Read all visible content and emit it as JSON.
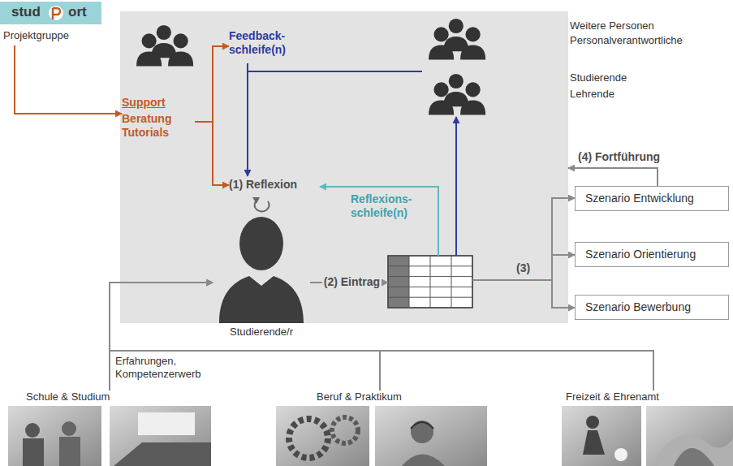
{
  "diagram": {
    "nodes": [
      {
        "text": [
          "Projektgruppe"
        ]
      },
      {
        "text": []
      },
      {
        "text": [
          "Support",
          "Beratung Tutorials"
        ],
        "in": 1
      },
      {
        "text": [
          "Feedback- schleife(n)"
        ],
        "in": 1
      },
      {
        "text": [
          "Weitere Personen",
          "Personalverantwortliche",
          "Studierende",
          "Lehrende"
        ]
      },
      {
        "text": [
          "(1) Reflexion"
        ],
        "in": 1
      },
      {
        "text": [
          "Studierende/r"
        ],
        "in": 1
      },
      {
        "text": [
          "(2) Eintrag"
        ],
        "in": 1
      },
      {
        "text": [
          "Szenario Entwicklung"
        ]
      },
      {
        "text": [
          "Szenario Orientierung"
        ]
      },
      {
        "text": [
          "Szenario Bewerbung"
        ]
      },
      {
        "text": [
          "Schule & Studium"
        ]
      },
      {
        "text": [
          "Beruf & Praktikum"
        ]
      },
      {
        "text": [
          "Freizeit & Ehrenamt"
        ]
      }
    ],
    "edges": [
      {
        "from": 0,
        "to": 2,
        "arrow": "to"
      },
      {
        "from": 2,
        "to": 3,
        "arrow": "to"
      },
      {
        "from": 2,
        "to": 5,
        "arrow": "to"
      },
      {
        "from": 4,
        "to": 3,
        "arrow": "none"
      },
      {
        "from": 3,
        "to": 5,
        "arrow": "to"
      },
      {
        "from": 6,
        "to": 7,
        "arrow": "to"
      },
      {
        "from": 7,
        "to": 5,
        "label": "Reflexions- schleife(n)",
        "arrow": "to"
      },
      {
        "from": 7,
        "to": 4,
        "arrow": "to"
      },
      {
        "from": 7,
        "to": 8,
        "arrow": "to"
      },
      {
        "from": 7,
        "to": 9,
        "label": "(3)",
        "arrow": "to"
      },
      {
        "from": 7,
        "to": 10,
        "arrow": "to"
      },
      {
        "from": 8,
        "to": 1,
        "label": "(4) Fortführung",
        "arrow": "to"
      },
      {
        "from": 11,
        "to": 6,
        "label": "Erfahrungen, Kompetenzerwerb",
        "arrow": "to"
      },
      {
        "from": 12,
        "to": 6,
        "arrow": "to"
      },
      {
        "from": 13,
        "to": 6,
        "arrow": "to"
      }
    ],
    "labels": [
      "stud",
      "ort"
    ]
  }
}
